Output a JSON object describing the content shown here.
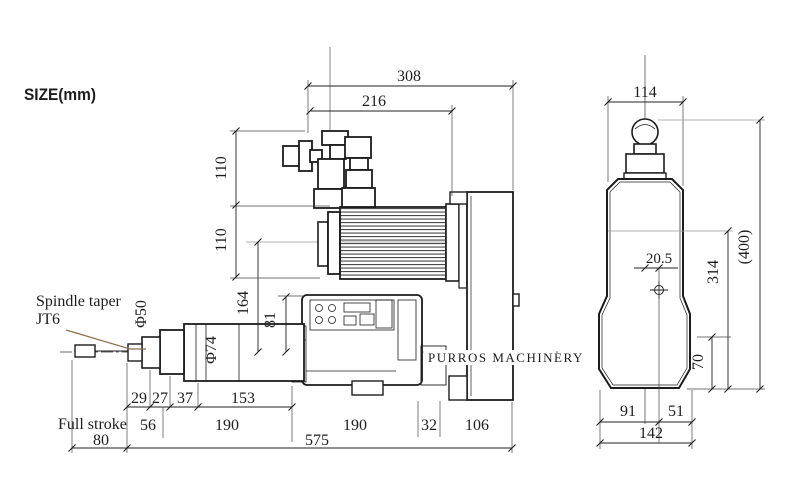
{
  "header": {
    "size_label": "SIZE(mm)"
  },
  "left_view": {
    "spindle_note_line1": "Spindle taper",
    "spindle_note_line2": "JT6",
    "full_stroke_label": "Full stroke",
    "brand_label": "PURROS MACHINERY",
    "dims": {
      "top_width_outer": "308",
      "top_width_inner": "216",
      "height_upper": "110",
      "height_lower": "110",
      "center_to_motor": "164",
      "center_to_body_top": "81",
      "spindle_dia_small": "Φ50",
      "spindle_dia_large": "Φ74",
      "seg_29": "29",
      "seg_27": "27",
      "seg_37": "37",
      "seg_153": "153",
      "seg_56": "56",
      "seg_190a": "190",
      "seg_190b": "190",
      "seg_32": "32",
      "seg_106": "106",
      "stroke_80": "80",
      "total_575": "575"
    }
  },
  "right_view": {
    "dims": {
      "top_width": "114",
      "overall_height": "(400)",
      "body_height": "314",
      "hole_offset": "20.5",
      "base_height": "70",
      "base_left": "91",
      "base_right": "51",
      "base_total": "142"
    }
  }
}
